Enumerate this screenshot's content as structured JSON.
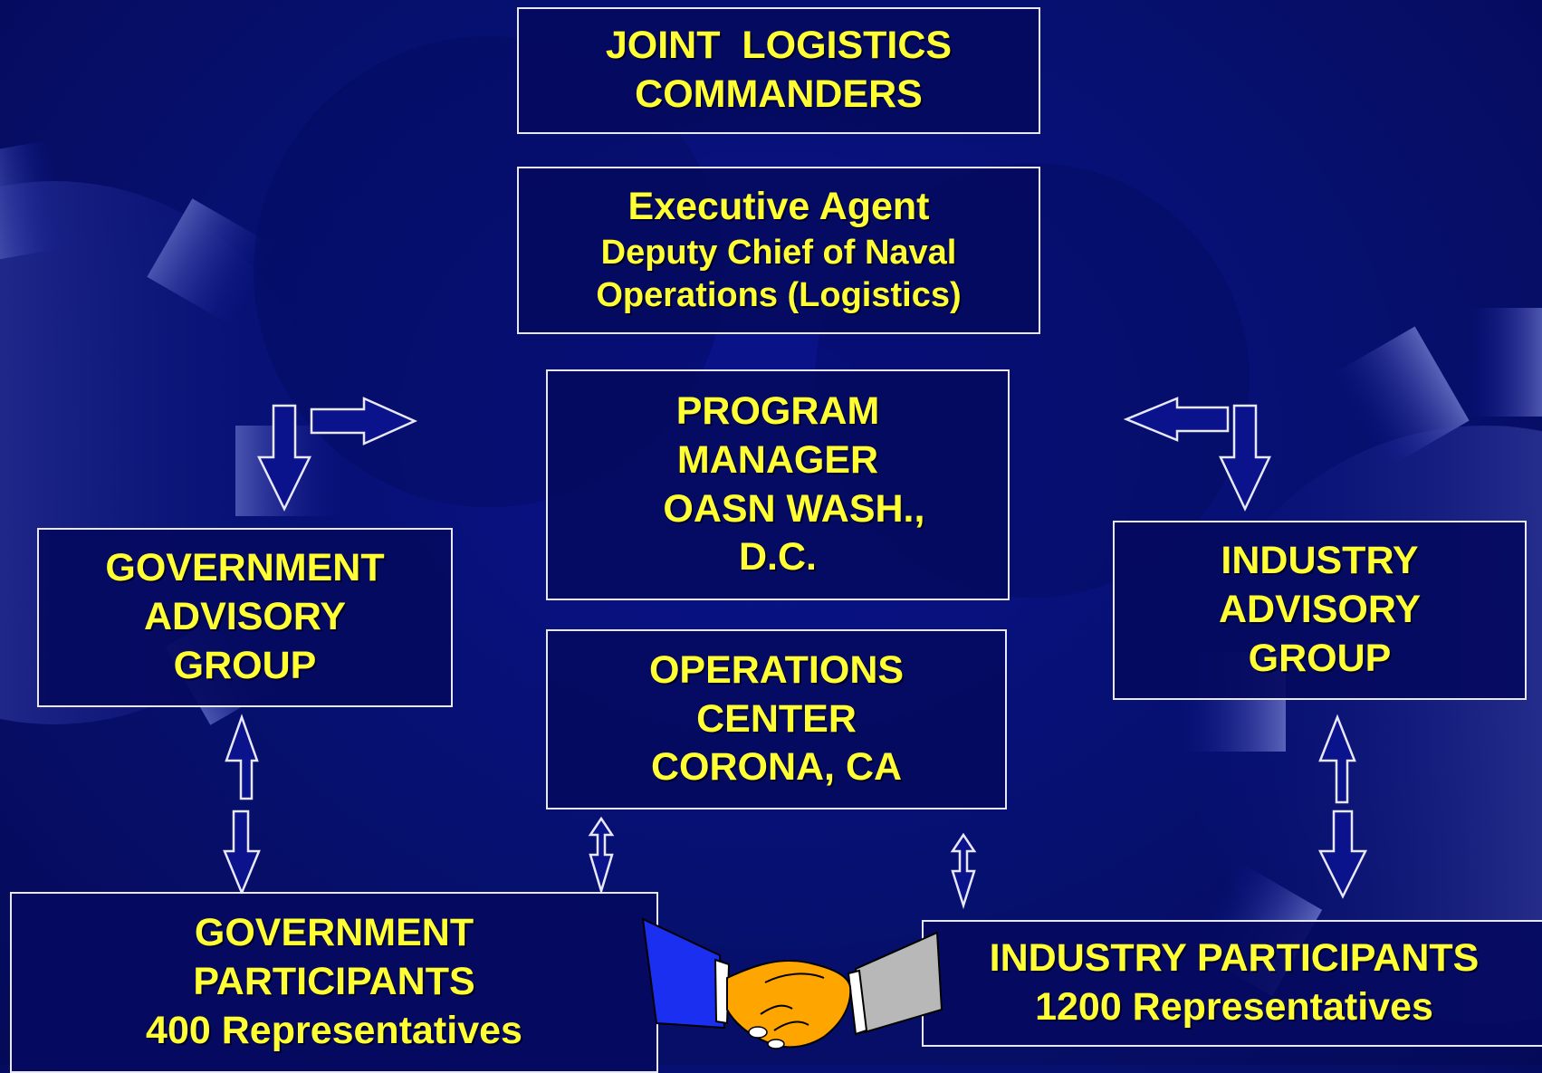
{
  "boxes": {
    "joint": {
      "line1": "JOINT  LOGISTICS",
      "line2": "COMMANDERS"
    },
    "executive": {
      "line1": "Executive Agent",
      "line2": "Deputy Chief of Naval",
      "line3": "Operations (Logistics)"
    },
    "program": {
      "line1": "PROGRAM",
      "line2": "MANAGER",
      "line3": "   OASN WASH.,",
      "line4": "D.C."
    },
    "operations": {
      "line1": "OPERATIONS",
      "line2": "CENTER",
      "line3": "CORONA, CA"
    },
    "gov_advisory": {
      "line1": "GOVERNMENT",
      "line2": "ADVISORY",
      "line3": "GROUP"
    },
    "ind_advisory": {
      "line1": "INDUSTRY",
      "line2": "ADVISORY",
      "line3": "GROUP"
    },
    "gov_participants": {
      "line1": "GOVERNMENT",
      "line2": "PARTICIPANTS",
      "line3": "400 Representatives"
    },
    "ind_participants": {
      "line1": "INDUSTRY PARTICIPANTS",
      "line2": "1200 Representatives"
    }
  },
  "colors": {
    "text": "#ffff33",
    "border": "#e8e8f8",
    "background": "#06106e"
  },
  "icons": [
    "gear-background",
    "handshake-icon"
  ]
}
